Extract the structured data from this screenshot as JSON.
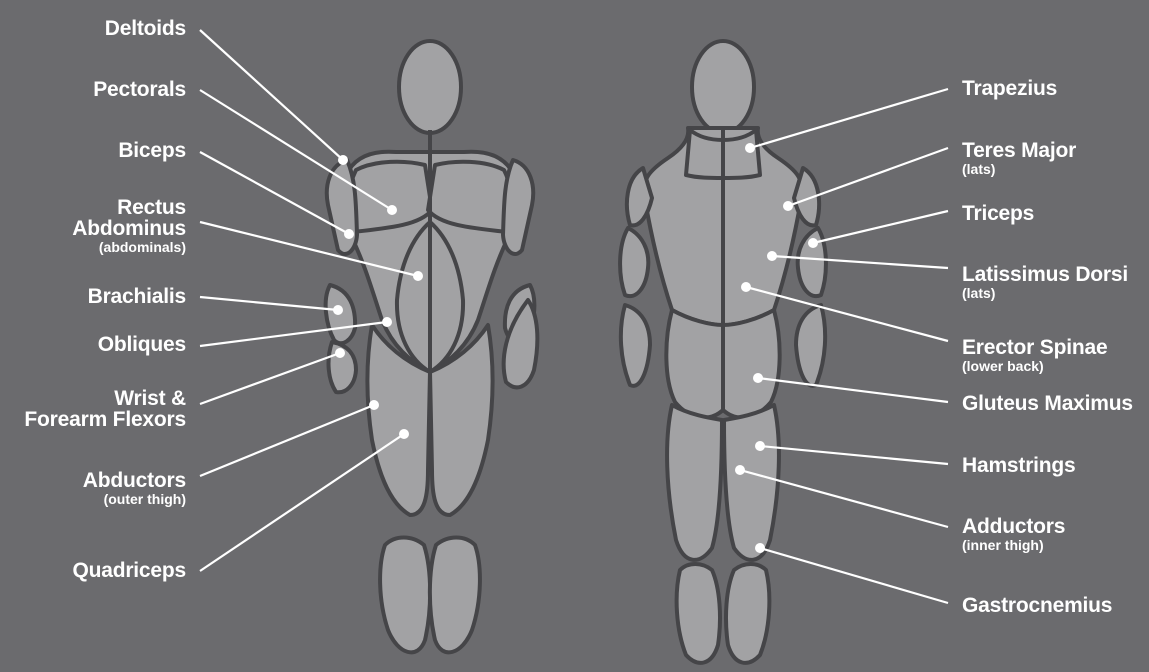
{
  "background_color": "#6b6b6e",
  "body_fill": "#a2a2a4",
  "body_outline": "#454548",
  "leader_color": "#ffffff",
  "front_labels": [
    {
      "id": "deltoids",
      "name": "Deltoids",
      "sub": ""
    },
    {
      "id": "pectorals",
      "name": "Pectorals",
      "sub": ""
    },
    {
      "id": "biceps",
      "name": "Biceps",
      "sub": ""
    },
    {
      "id": "rectus",
      "name": "Rectus\nAbdominus",
      "sub": "(abdominals)"
    },
    {
      "id": "brachialis",
      "name": "Brachialis",
      "sub": ""
    },
    {
      "id": "obliques",
      "name": "Obliques",
      "sub": ""
    },
    {
      "id": "wrist",
      "name": "Wrist &\nForearm Flexors",
      "sub": ""
    },
    {
      "id": "abductors",
      "name": "Abductors",
      "sub": "(outer thigh)"
    },
    {
      "id": "quadriceps",
      "name": "Quadriceps",
      "sub": ""
    }
  ],
  "back_labels": [
    {
      "id": "trapezius",
      "name": "Trapezius",
      "sub": ""
    },
    {
      "id": "teres",
      "name": "Teres Major",
      "sub": "(lats)"
    },
    {
      "id": "triceps",
      "name": "Triceps",
      "sub": ""
    },
    {
      "id": "latissimus",
      "name": "Latissimus Dorsi",
      "sub": "(lats)"
    },
    {
      "id": "erector",
      "name": "Erector Spinae",
      "sub": "(lower back)"
    },
    {
      "id": "gluteus",
      "name": "Gluteus Maximus",
      "sub": ""
    },
    {
      "id": "hamstrings",
      "name": "Hamstrings",
      "sub": ""
    },
    {
      "id": "adductors",
      "name": "Adductors",
      "sub": "(inner thigh)"
    },
    {
      "id": "gastrocnemius",
      "name": "Gastrocnemius",
      "sub": ""
    }
  ]
}
